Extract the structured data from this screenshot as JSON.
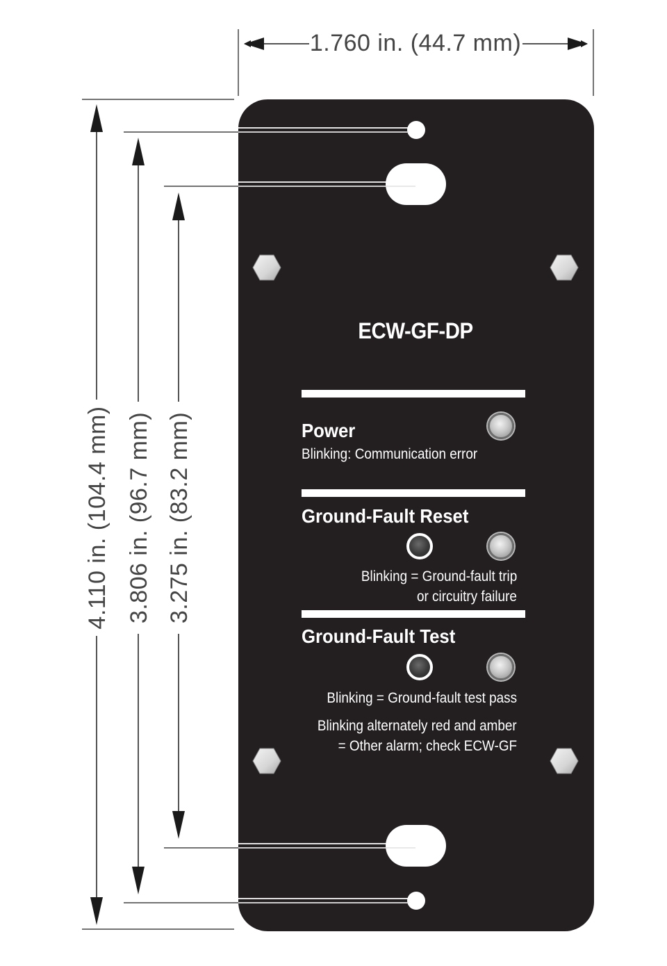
{
  "dimensions": {
    "width": "1.760 in. (44.7 mm)",
    "overall_height": "4.110 in. (104.4 mm)",
    "outer_slot_height": "3.806 in. (96.7 mm)",
    "inner_slot_height": "3.275 in. (83.2 mm)"
  },
  "panel": {
    "model": "ECW-GF-DP",
    "power": {
      "heading": "Power",
      "note": "Blinking:  Communication error"
    },
    "gf_reset": {
      "heading": "Ground-Fault Reset",
      "note_line1": "Blinking = Ground-fault trip",
      "note_line2": "or circuitry failure"
    },
    "gf_test": {
      "heading": "Ground-Fault Test",
      "note_line1": "Blinking = Ground-fault test pass",
      "note_line2": "Blinking alternately red and amber",
      "note_line3": "= Other alarm; check ECW-GF"
    }
  },
  "colors": {
    "panel": "#231f20",
    "dimension_lines": "#444444",
    "panel_text": "#ffffff"
  }
}
